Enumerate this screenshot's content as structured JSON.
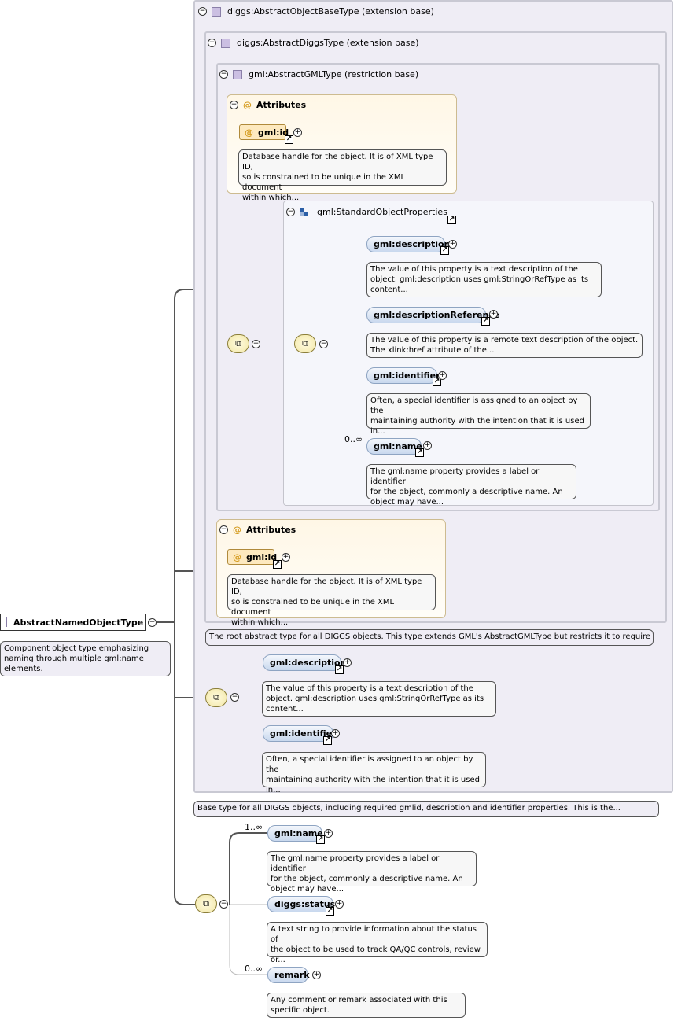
{
  "root": {
    "label": "AbstractNamedObjectType",
    "doc": "Component object type emphasizing naming through multiple gml:name elements."
  },
  "base1": {
    "title": "diggs:AbstractObjectBaseType (extension base)",
    "doc": "Base type for all DIGGS objects, including required gmlid, description and identifier properties. This is the..."
  },
  "base2": {
    "title": "diggs:AbstractDiggsType (extension base)",
    "doc": "The root abstract type for all DIGGS objects. This type extends GML's AbstractGMLType but restricts it to require a..."
  },
  "base3": {
    "title": "gml:AbstractGMLType (restriction base)"
  },
  "attrs_inner": {
    "title": "Attributes",
    "attr_name": "gml:id",
    "doc": "Database handle for the object. It is of XML type ID,\nso is constrained to be unique in the XML document\nwithin which..."
  },
  "std_props": {
    "title": "gml:StandardObjectProperties",
    "elements": [
      {
        "name": "gml:description",
        "occurs": "",
        "doc": "The value of this property is a text description of the\nobject. gml:description uses gml:StringOrRefType as its\ncontent..."
      },
      {
        "name": "gml:descriptionReference",
        "occurs": "",
        "doc": "The value of this property is a remote text description of the object.\nThe xlink:href attribute of the..."
      },
      {
        "name": "gml:identifier",
        "occurs": "",
        "doc": "Often, a special identifier is assigned to an object by the\nmaintaining authority with the intention that it is used\nin..."
      },
      {
        "name": "gml:name",
        "occurs": "0..∞",
        "doc": "The gml:name property provides a label or identifier\nfor the object, commonly a descriptive name. An\nobject may have..."
      }
    ]
  },
  "attrs_outer": {
    "title": "Attributes",
    "attr_name": "gml:id",
    "doc": "Database handle for the object. It is of XML type ID,\nso is constrained to be unique in the XML document\nwithin which..."
  },
  "base1_seq": [
    {
      "name": "gml:description",
      "doc": "The value of this property is a text description of the\nobject. gml:description uses gml:StringOrRefType as its\ncontent..."
    },
    {
      "name": "gml:identifier",
      "doc": "Often, a special identifier is assigned to an object by the\nmaintaining authority with the intention that it is used\nin..."
    }
  ],
  "main_seq": [
    {
      "name": "gml:name",
      "occurs": "1..∞",
      "doc": "The gml:name property provides a label or identifier\nfor the object, commonly a descriptive name. An\nobject may have..."
    },
    {
      "name": "diggs:status",
      "occurs": "",
      "doc": "A text string to provide information about the status of\nthe object to be used to track QA/QC controls, review\nor..."
    },
    {
      "name": "remark",
      "occurs": "0..∞",
      "doc": "Any comment or remark associated with this\nspecific object."
    }
  ],
  "glyphs": {
    "minus": "−",
    "plus": "+",
    "ref": "↗",
    "at": "@"
  }
}
